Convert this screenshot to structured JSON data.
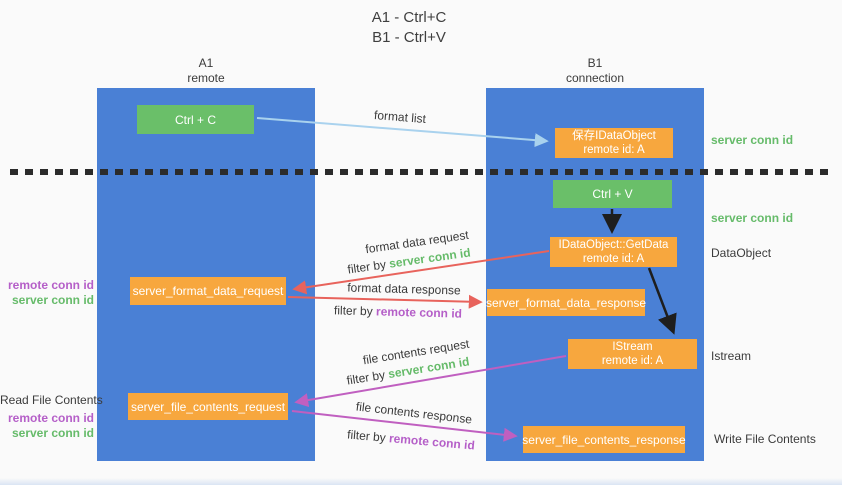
{
  "title": {
    "line1": "A1 - Ctrl+C",
    "line2": "B1 - Ctrl+V"
  },
  "lanes": {
    "left": {
      "name": "A1",
      "subtitle": "remote"
    },
    "right": {
      "name": "B1",
      "subtitle": "connection"
    }
  },
  "nodes": {
    "ctrl_c": {
      "label": "Ctrl + C"
    },
    "ctrl_v": {
      "label": "Ctrl + V"
    },
    "save_dataobject": {
      "line1": "保存IDataObject",
      "line2": "remote id: A"
    },
    "getdata": {
      "line1": "IDataObject::GetData",
      "line2": "remote id: A"
    },
    "istream": {
      "line1": "IStream",
      "line2": "remote id: A"
    },
    "server_format_data_request": {
      "label": "server_format_data_request"
    },
    "server_format_data_response": {
      "label": "server_format_data_response"
    },
    "server_file_contents_request": {
      "label": "server_file_contents_request"
    },
    "server_file_contents_response": {
      "label": "server_file_contents_response"
    }
  },
  "arrow_labels": {
    "format_list": "format list",
    "format_data_request": {
      "title": "format data request",
      "filter_prefix": "filter by ",
      "filter_key": "server conn id"
    },
    "format_data_response": {
      "title": "format data response",
      "filter_prefix": "filter by ",
      "filter_key": "remote conn id"
    },
    "file_contents_request": {
      "title": "file contents request",
      "filter_prefix": "filter by ",
      "filter_key": "server conn id"
    },
    "file_contents_response": {
      "title": "file contents response",
      "filter_prefix": "filter by ",
      "filter_key": "remote conn id"
    }
  },
  "side_labels": {
    "server_conn_id_top_right": "server conn id",
    "server_conn_id_mid_right": "server conn id",
    "dataobject": "DataObject",
    "istream": "Istream",
    "write_file_contents": "Write File Contents",
    "read_file_contents": "Read File Contents",
    "remote_conn_id_left_1": "remote conn id",
    "server_conn_id_left_1": "server conn id",
    "remote_conn_id_left_2": "remote conn id",
    "server_conn_id_left_2": "server conn id"
  },
  "colors": {
    "lane_blue": "#4a80d5",
    "node_green": "#6abf69",
    "node_orange": "#f7a73e",
    "arrow_red": "#e8635c",
    "arrow_magenta": "#c05fc0",
    "arrow_lightblue": "#a9d2ee",
    "arrow_black": "#1e1e1e",
    "dotted_line": "#2b2b2b",
    "label_green": "#66bb6a",
    "label_purple": "#b55fc8",
    "text_dark": "#3b3b3b",
    "background": "#fafafa"
  }
}
